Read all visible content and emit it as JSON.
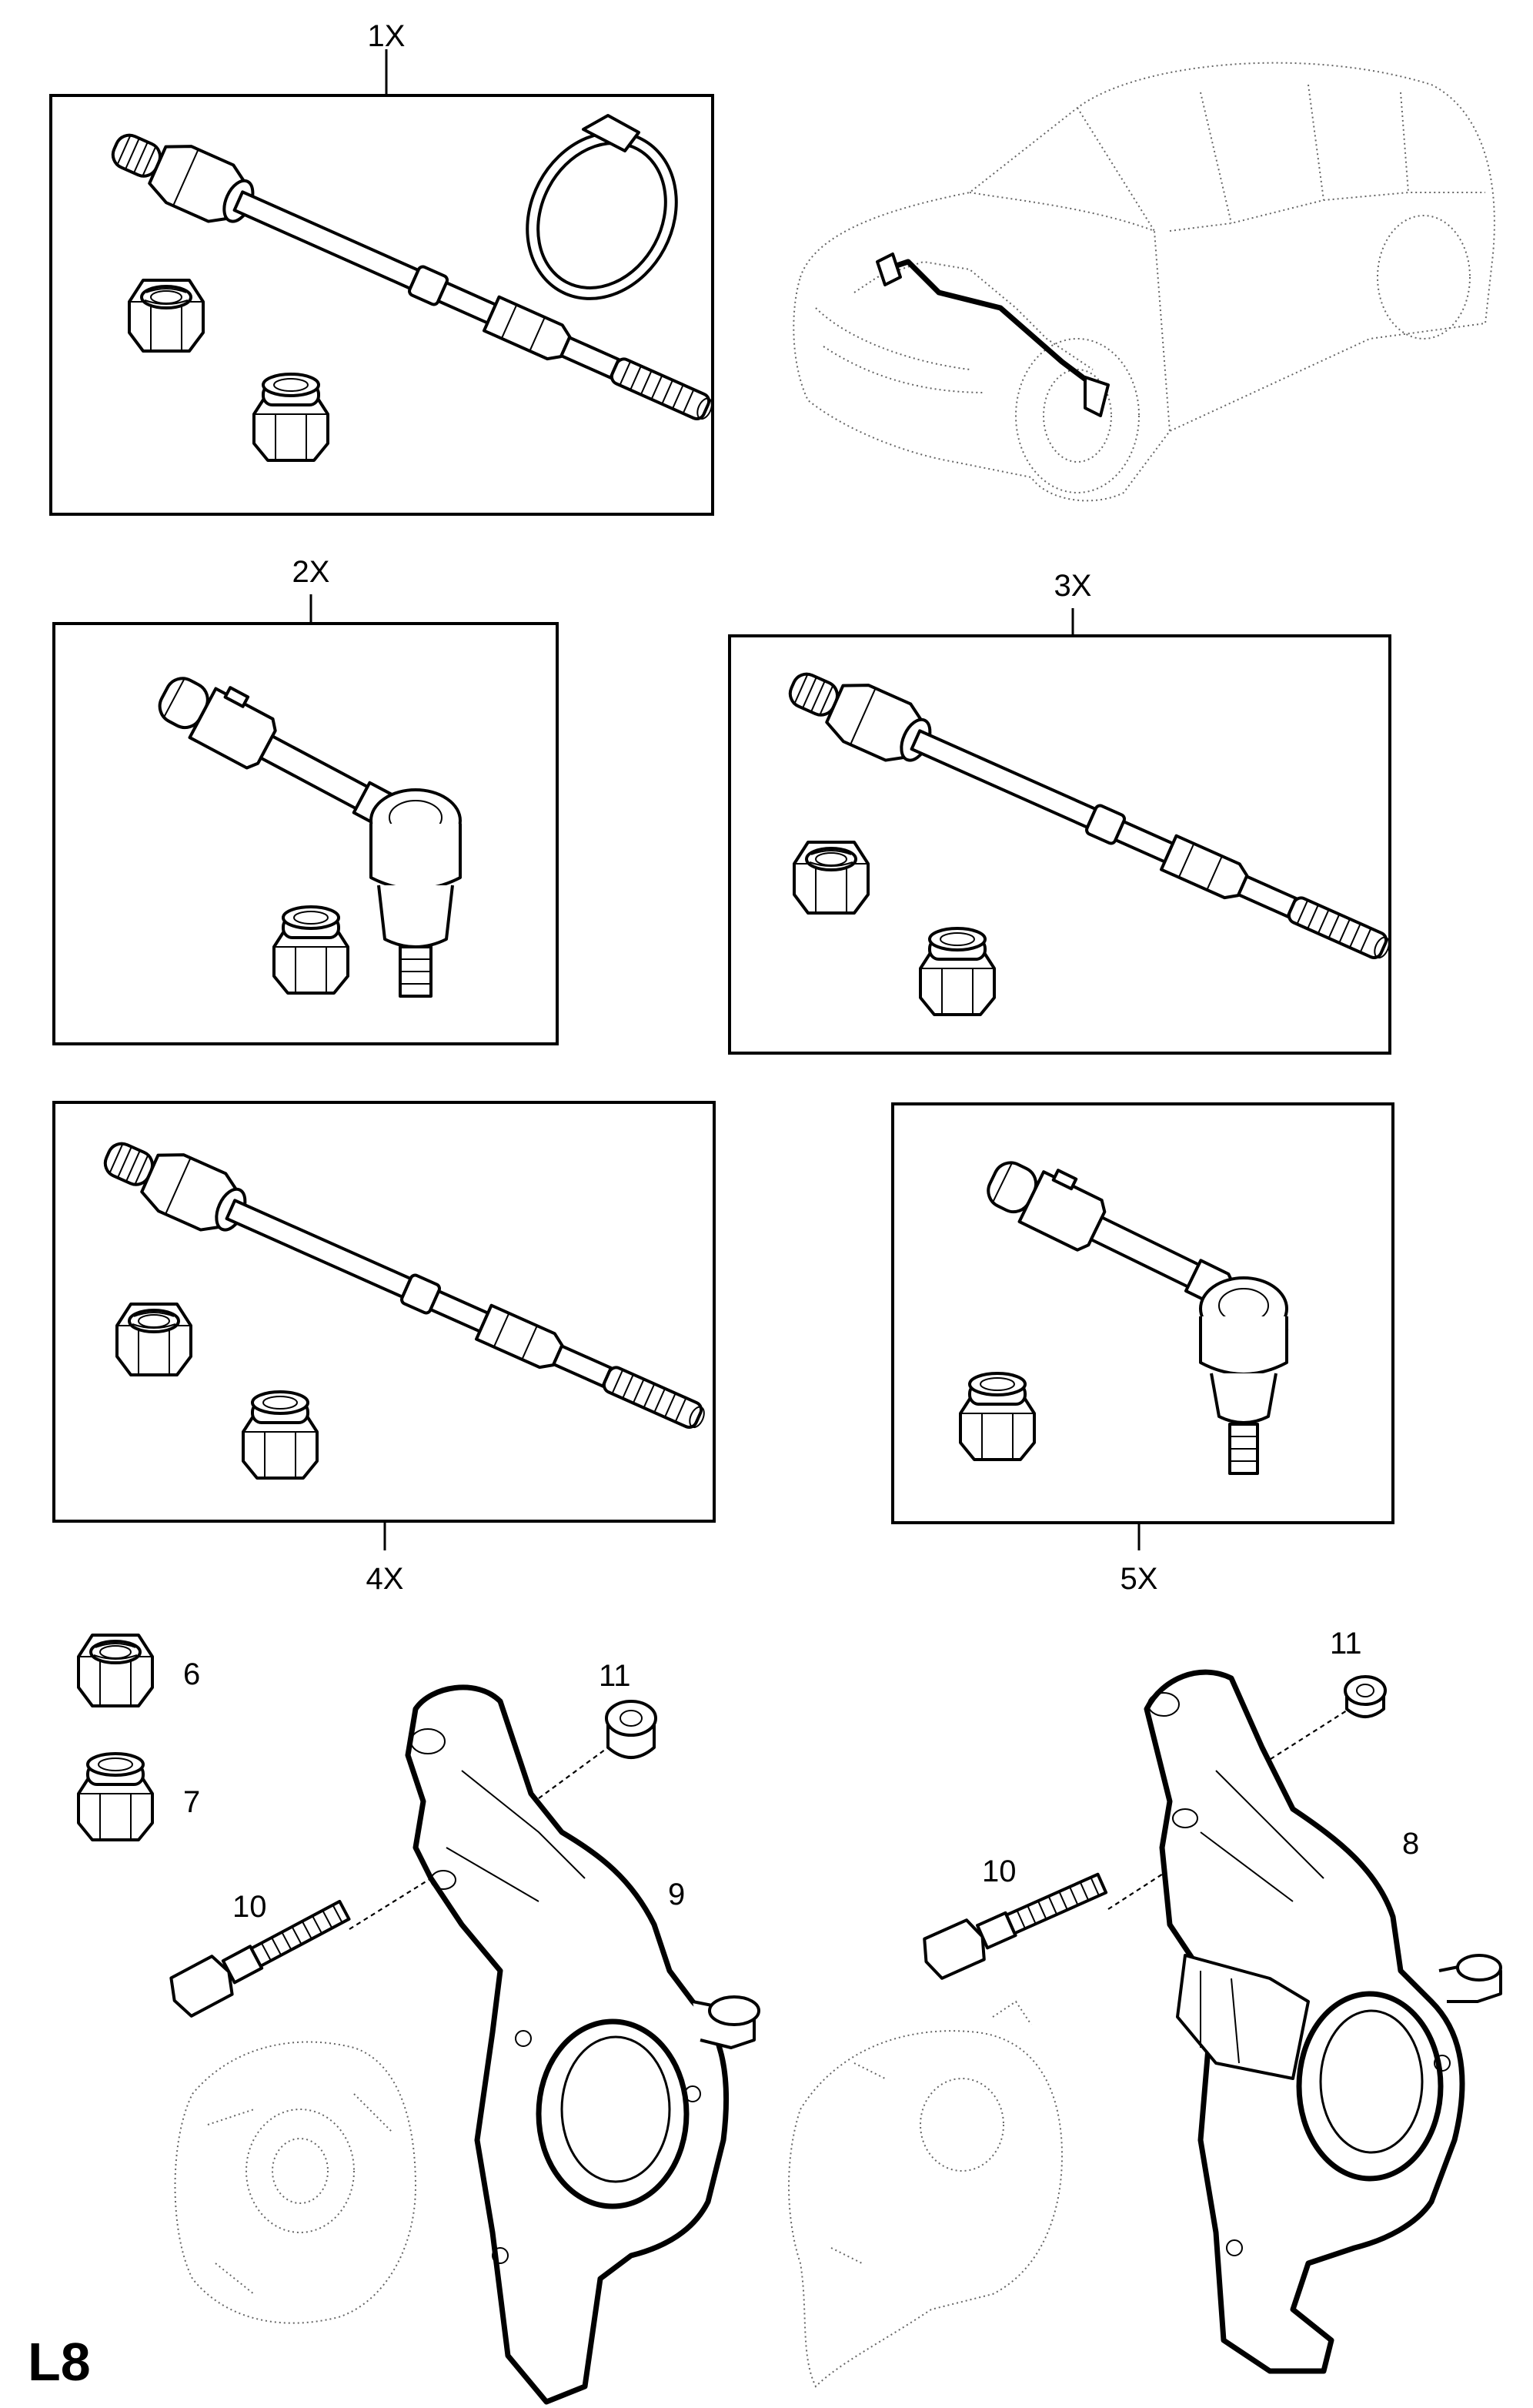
{
  "page_code": "L8",
  "kit_labels": {
    "kit1": "1X",
    "kit2": "2X",
    "kit3": "3X",
    "kit4": "4X",
    "kit5": "5X"
  },
  "callouts": {
    "nut_6": "6",
    "nut_7": "7",
    "knuckle_8": "8",
    "knuckle_9": "9",
    "bolt_10_left": "10",
    "bolt_10_right": "10",
    "washer_11_left": "11",
    "washer_11_right": "11"
  }
}
